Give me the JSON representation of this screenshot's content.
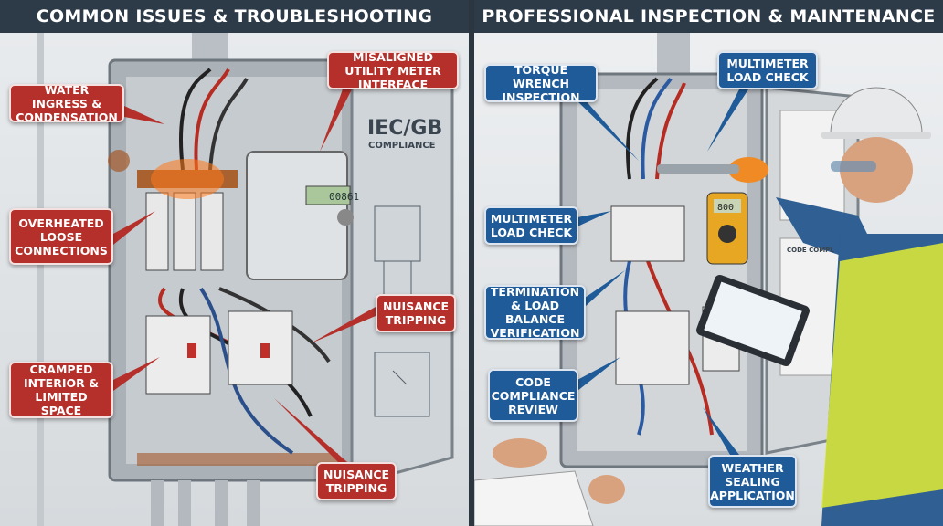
{
  "left_panel": {
    "title": "COMMON ISSUES & TROUBLESHOOTING",
    "accent_color": "#b5302a",
    "door_label": {
      "standard": "IEC/GB",
      "sub": "COMPLIANCE"
    },
    "meter_display": "00861",
    "callouts": [
      "WATER INGRESS & CONDENSATION",
      "MISALIGNED UTILITY METER INTERFACE",
      "OVERHEATED LOOSE CONNECTIONS",
      "NUISANCE TRIPPING",
      "CRAMPED INTERIOR & LIMITED SPACE",
      "NUISANCE TRIPPING"
    ]
  },
  "right_panel": {
    "title": "PROFESSIONAL INSPECTION & MAINTENANCE",
    "accent_color": "#1f5b98",
    "multimeter_display": "800",
    "door_doc_label": "CODE COMPL",
    "callouts": [
      "TORQUE WRENCH INSPECTION",
      "MULTIMETER LOAD CHECK",
      "MULTIMETER LOAD CHECK",
      "TERMINATION & LOAD BALANCE VERIFICATION",
      "CODE COMPLIANCE REVIEW",
      "WEATHER SEALING APPLICATION"
    ]
  }
}
